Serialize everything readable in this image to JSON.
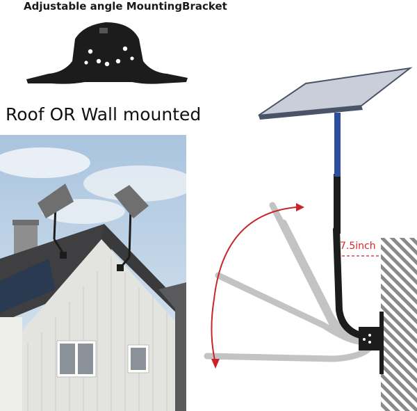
{
  "bracket_title": "Adjustable angle MountingBracket",
  "caption": "Roof OR Wall mounted",
  "dimension_label": "7.5inch",
  "colors": {
    "bracket": "#1c1c1c",
    "dish_face": "#c9ced8",
    "mast_blue": "#2f4f9e",
    "arc_red": "#c8232a",
    "wall_siding": "#e4e4e0",
    "roof": "#4a4a4c",
    "sky": "#b8cfe4"
  },
  "icons": {
    "mounting_bracket": "bracket-photo",
    "house_scene": "house-photo",
    "dish_assembly": "dish-diagram"
  }
}
